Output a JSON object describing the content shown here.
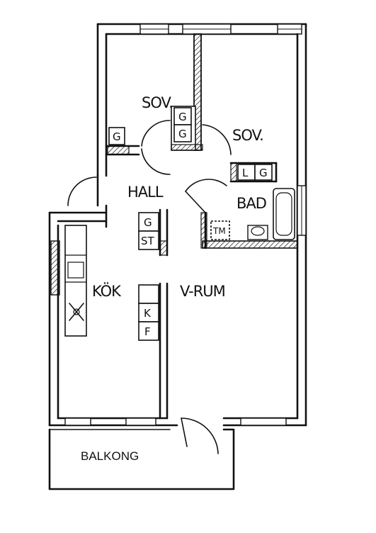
{
  "rooms": {
    "sov1": "SOV.",
    "sov2": "SOV.",
    "hall": "HALL",
    "bad": "BAD",
    "kok": "KÖK",
    "vardagsrum": "V-RUM",
    "balkong": "BALKONG"
  },
  "fixtures": {
    "g_sov1": "G",
    "g_closet_top": "G",
    "g_closet_bottom": "G",
    "l": "L",
    "g_bad": "G",
    "tm": "TM",
    "g_hall": "G",
    "st_hall": "ST",
    "k": "K",
    "f": "F"
  }
}
